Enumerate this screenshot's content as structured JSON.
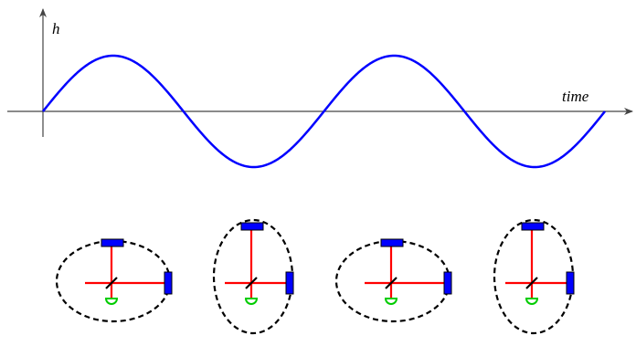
{
  "wave": {
    "y_label": "h",
    "x_label": "time",
    "cycles": 2,
    "color": "#0000ff",
    "axis_color": "#333333"
  },
  "detectors": {
    "states": [
      "horizontal",
      "vertical",
      "horizontal",
      "vertical"
    ],
    "colors": {
      "arm": "#ff0000",
      "mirror": "#0000ff",
      "splitter": "#000000",
      "photodetector": "#00cc00",
      "ring": "#000000"
    }
  }
}
